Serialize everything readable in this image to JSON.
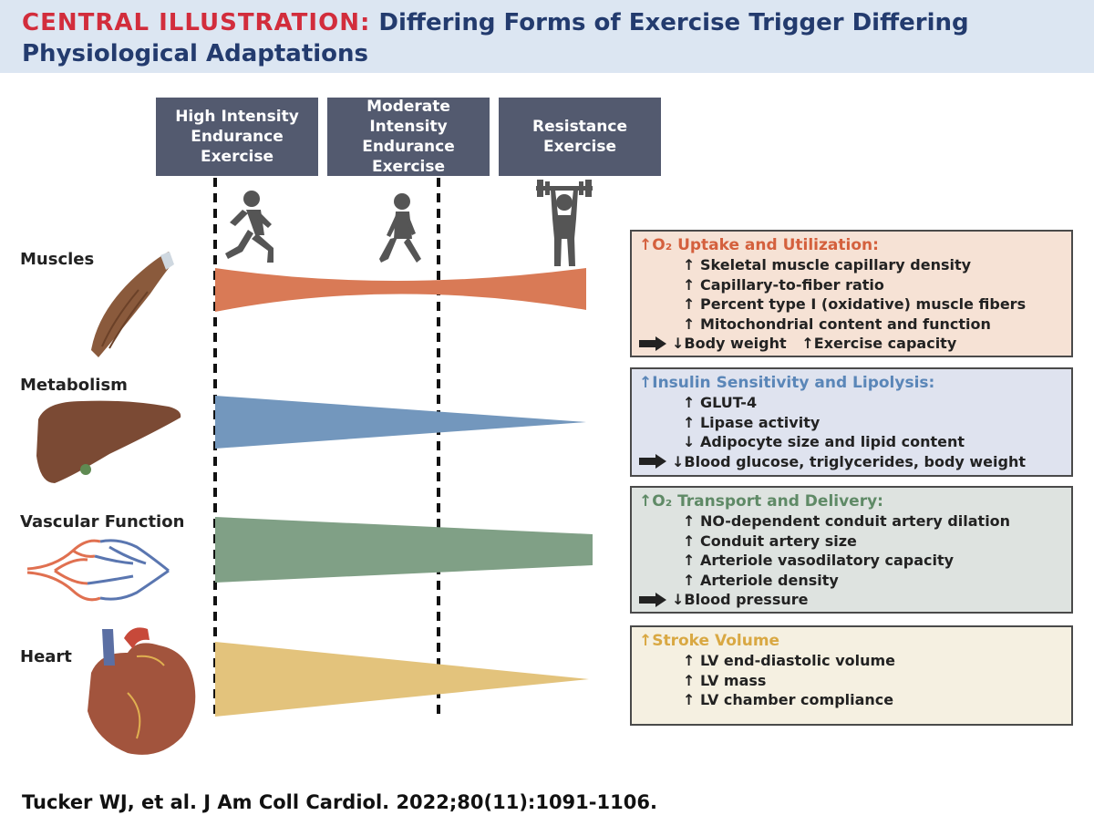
{
  "title": {
    "lead": "CENTRAL ILLUSTRATION:",
    "rest": "Differing Forms of Exercise Trigger Differing Physiological Adaptations"
  },
  "exercises": [
    {
      "line1": "High Intensity",
      "line2": "Endurance Exercise"
    },
    {
      "line1": "Moderate Intensity",
      "line2": "Endurance Exercise"
    },
    {
      "line1": "Resistance",
      "line2": "Exercise"
    }
  ],
  "rows": [
    {
      "label": "Muscles",
      "color": "#d97a56"
    },
    {
      "label": "Metabolism",
      "color": "#7397bd"
    },
    {
      "label": "Vascular Function",
      "color": "#80a086"
    },
    {
      "label": "Heart",
      "color": "#e3c37c"
    }
  ],
  "panels": [
    {
      "header_arrow": "↑",
      "header": "O₂ Uptake and Utilization:",
      "header_color": "#d4603d",
      "bg": "#f6e2d5",
      "items": [
        {
          "arrow": "↑",
          "text": "Skeletal muscle capillary density"
        },
        {
          "arrow": "↑",
          "text": "Capillary-to-fiber ratio"
        },
        {
          "arrow": "↑",
          "text": "Percent type I (oxidative) muscle fibers"
        },
        {
          "arrow": "↑",
          "text": "Mitochondrial content and function"
        }
      ],
      "result": "↓Body weight   ↑Exercise capacity"
    },
    {
      "header_arrow": "↑",
      "header": "Insulin Sensitivity and Lipolysis:",
      "header_color": "#5a86b8",
      "bg": "#dfe3ef",
      "items": [
        {
          "arrow": "↑",
          "text": "GLUT-4"
        },
        {
          "arrow": "↑",
          "text": "Lipase activity"
        },
        {
          "arrow": "↓",
          "text": "Adipocyte size and lipid content"
        }
      ],
      "result": "↓Blood glucose, triglycerides, body weight"
    },
    {
      "header_arrow": "↑",
      "header": "O₂ Transport and Delivery:",
      "header_color": "#5f8a66",
      "bg": "#dee3e0",
      "items": [
        {
          "arrow": "↑",
          "text": "NO-dependent conduit artery dilation"
        },
        {
          "arrow": "↑",
          "text": "Conduit artery size"
        },
        {
          "arrow": "↑",
          "text": "Arteriole vasodilatory capacity"
        },
        {
          "arrow": "↑",
          "text": "Arteriole density"
        }
      ],
      "result": "↓Blood pressure"
    },
    {
      "header_arrow": "↑",
      "header": "Stroke Volume",
      "header_color": "#d9a843",
      "bg": "#f5f0e1",
      "items": [
        {
          "arrow": "↑",
          "text": "LV end-diastolic volume"
        },
        {
          "arrow": "↑",
          "text": "LV mass"
        },
        {
          "arrow": "↑",
          "text": "LV chamber compliance"
        }
      ],
      "result": ""
    }
  ],
  "citation": "Tucker WJ, et al. J Am Coll Cardiol. 2022;80(11):1091-1106."
}
